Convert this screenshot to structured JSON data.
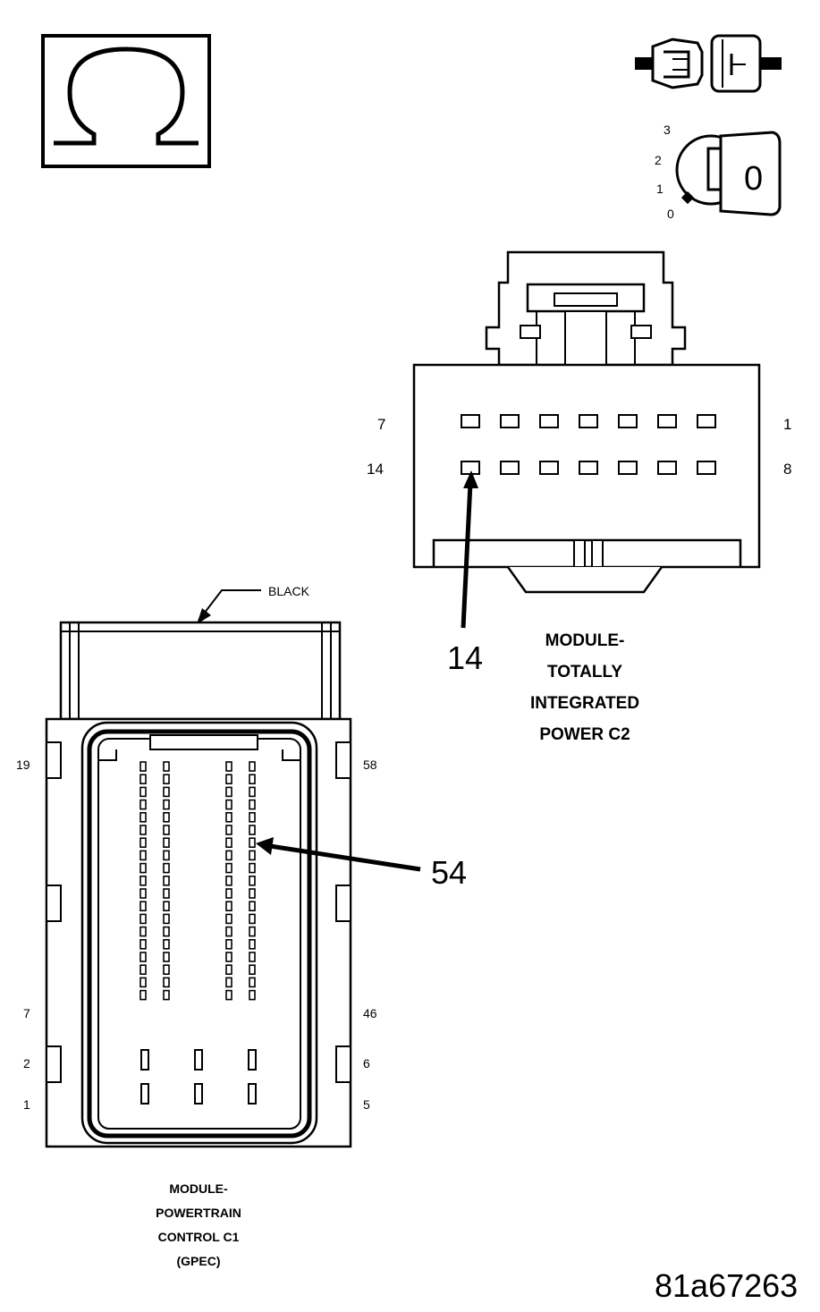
{
  "symbols": {
    "ohm": "ohm-icon",
    "connector_disconnect": "connector-disconnect-icon",
    "ignition_key": "ignition-key-icon"
  },
  "ignition": {
    "positions": [
      "3",
      "2",
      "1",
      "0"
    ],
    "key_label": "0"
  },
  "tipm_c2": {
    "pin_left_top": "7",
    "pin_right_top": "1",
    "pin_left_bottom": "14",
    "pin_right_bottom": "8",
    "callout": "14",
    "title_lines": [
      "MODULE-",
      "TOTALLY",
      "INTEGRATED",
      "POWER C2"
    ]
  },
  "pcm_c1": {
    "color_label": "BLACK",
    "pin_19": "19",
    "pin_58": "58",
    "pin_7": "7",
    "pin_46": "46",
    "pin_2": "2",
    "pin_6": "6",
    "pin_1": "1",
    "pin_5": "5",
    "callout": "54",
    "title_lines": [
      "MODULE-",
      "POWERTRAIN",
      "CONTROL C1",
      "(GPEC)"
    ]
  },
  "figure_id": "81a67263"
}
